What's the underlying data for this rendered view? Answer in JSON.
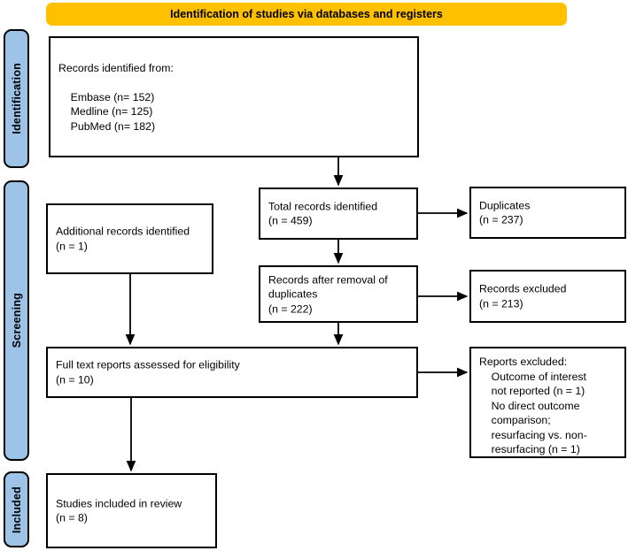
{
  "diagram": {
    "title": "PRISMA flow diagram",
    "banner": {
      "label": "Identification of studies via databases and registers",
      "color": "#FFC000"
    },
    "stage_bar_color": "#9DC3E6",
    "stages": [
      {
        "id": "identification",
        "label": "Identification"
      },
      {
        "id": "screening",
        "label": "Screening"
      },
      {
        "id": "included",
        "label": "Included"
      }
    ],
    "boxes": {
      "records_identified_from": {
        "text": "Records identified from:\n\n    Embase (n= 152)\n    Medline (n= 125)\n    PubMed (n= 182)"
      },
      "additional_records": {
        "text": "Additional records identified\n(n = 1)"
      },
      "total_records": {
        "text": "Total records identified\n(n = 459)"
      },
      "duplicates": {
        "text": "Duplicates\n(n = 237)"
      },
      "records_after_removal": {
        "text": "Records after removal of\nduplicates\n(n = 222)"
      },
      "records_excluded": {
        "text": "Records excluded\n(n = 213)"
      },
      "full_text_assessed": {
        "text": "Full text reports assessed for eligibility\n(n = 10)"
      },
      "reports_excluded": {
        "text": "Reports excluded:\n    Outcome of interest\n    not reported (n = 1)\n    No direct outcome\n    comparison;\n    resurfacing vs. non-\n    resurfacing (n = 1)"
      },
      "studies_included": {
        "text": "Studies included in review\n(n = 8)"
      }
    },
    "counts": {
      "embase": 152,
      "medline": 125,
      "pubmed": 182,
      "additional_records": 1,
      "total_records_identified": 459,
      "duplicates": 237,
      "records_after_removal_of_duplicates": 222,
      "records_excluded": 213,
      "full_text_reports_assessed": 10,
      "reports_excluded_outcome_not_reported": 1,
      "reports_excluded_no_direct_comparison": 1,
      "studies_included_in_review": 8
    }
  }
}
